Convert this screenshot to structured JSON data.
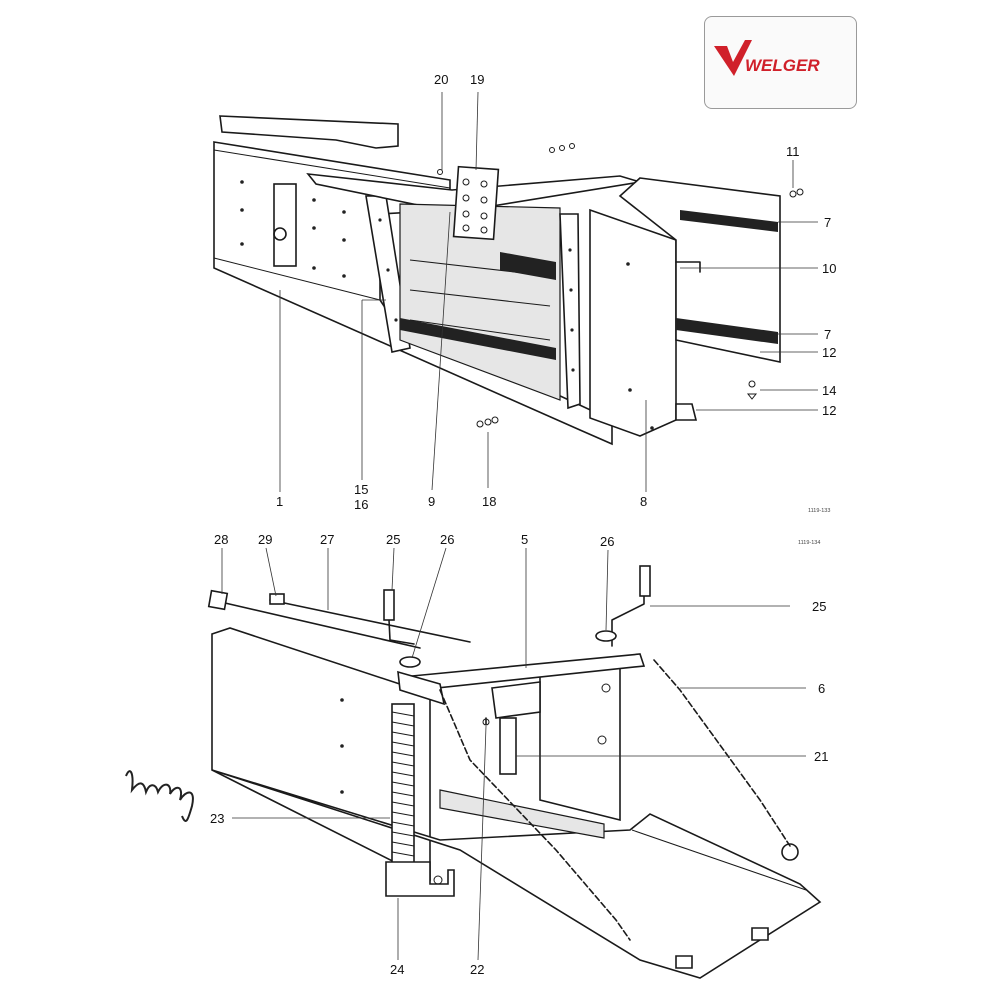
{
  "brand": {
    "logo_text": "WELGER",
    "logo_color": "#d0202a"
  },
  "reference_codes": {
    "upper": "1119-133",
    "lower": "1119-134"
  },
  "callouts_upper": [
    {
      "id": "c-20",
      "text": "20"
    },
    {
      "id": "c-19",
      "text": "19"
    },
    {
      "id": "c-11",
      "text": "11"
    },
    {
      "id": "c-7a",
      "text": "7"
    },
    {
      "id": "c-10",
      "text": "10"
    },
    {
      "id": "c-7b",
      "text": "7"
    },
    {
      "id": "c-12a",
      "text": "12"
    },
    {
      "id": "c-14",
      "text": "14"
    },
    {
      "id": "c-12b",
      "text": "12"
    },
    {
      "id": "c-1",
      "text": "1"
    },
    {
      "id": "c-15",
      "text": "15"
    },
    {
      "id": "c-16",
      "text": "16"
    },
    {
      "id": "c-9",
      "text": "9"
    },
    {
      "id": "c-18",
      "text": "18"
    },
    {
      "id": "c-8",
      "text": "8"
    }
  ],
  "callouts_lower": [
    {
      "id": "c-28",
      "text": "28"
    },
    {
      "id": "c-29",
      "text": "29"
    },
    {
      "id": "c-27",
      "text": "27"
    },
    {
      "id": "c-25a",
      "text": "25"
    },
    {
      "id": "c-26a",
      "text": "26"
    },
    {
      "id": "c-5",
      "text": "5"
    },
    {
      "id": "c-26b",
      "text": "26"
    },
    {
      "id": "c-25b",
      "text": "25"
    },
    {
      "id": "c-6",
      "text": "6"
    },
    {
      "id": "c-21",
      "text": "21"
    },
    {
      "id": "c-23",
      "text": "23"
    },
    {
      "id": "c-24",
      "text": "24"
    },
    {
      "id": "c-22",
      "text": "22"
    }
  ]
}
